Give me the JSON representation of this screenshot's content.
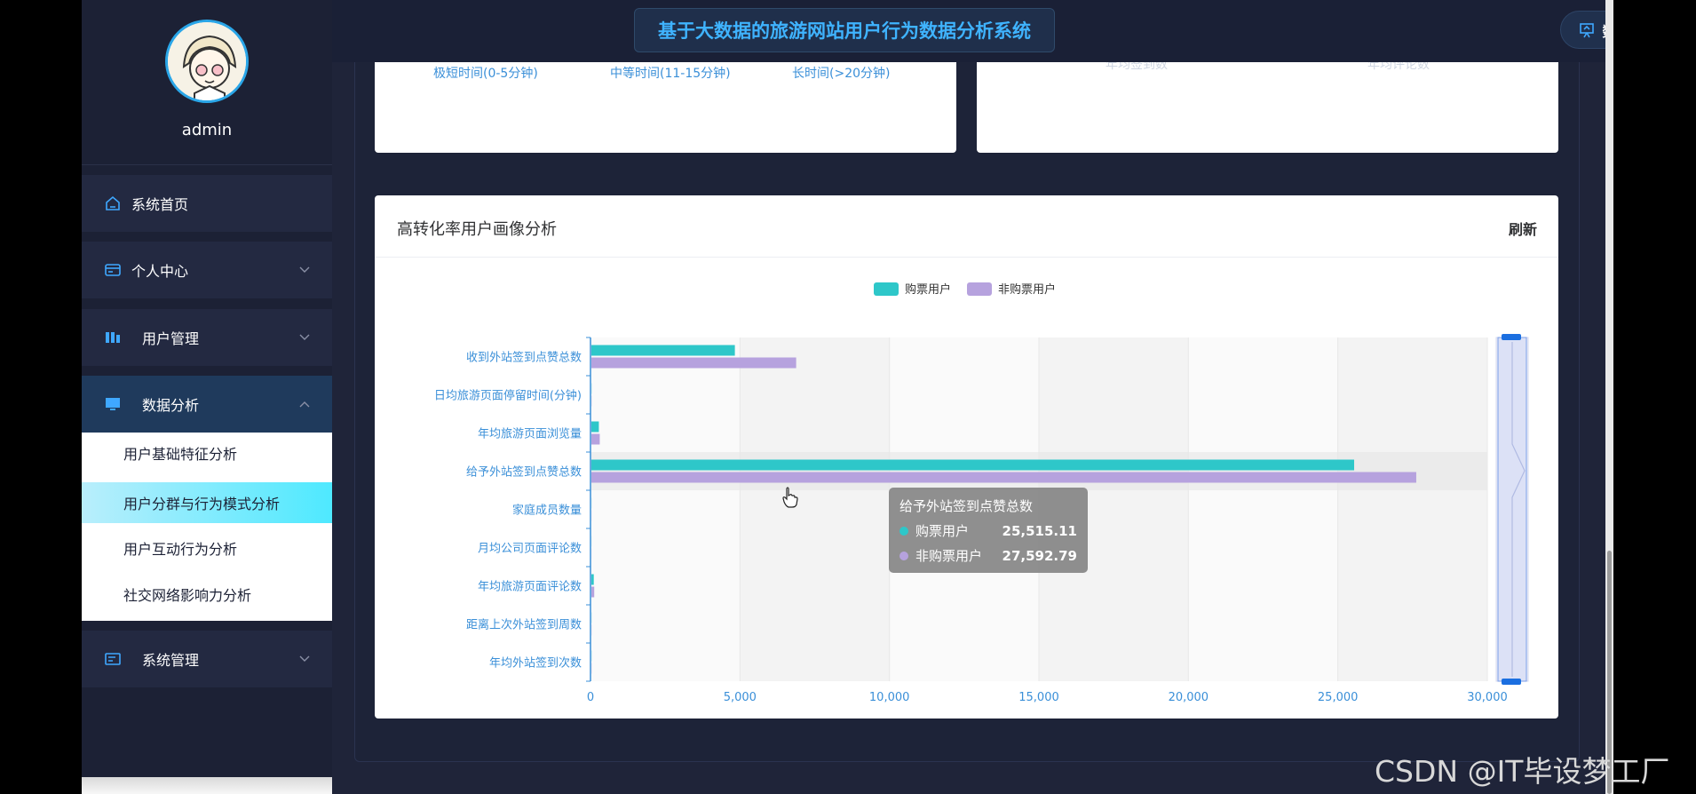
{
  "app": {
    "system_title": "基于大数据的旅游网站用户行为数据分析系统",
    "dashboard_button": "数据看板",
    "user_name": "admin"
  },
  "sidebar": {
    "user_name": "admin",
    "menu": [
      {
        "label": "系统首页",
        "icon": "home-icon"
      },
      {
        "label": "个人中心",
        "icon": "id-card-icon"
      },
      {
        "label": "用户管理",
        "icon": "users-icon"
      },
      {
        "label": "数据分析",
        "icon": "monitor-icon"
      },
      {
        "label": "系统管理",
        "icon": "settings-icon"
      }
    ],
    "submenu": [
      {
        "label": "用户基础特征分析"
      },
      {
        "label": "用户分群与行为模式分析"
      },
      {
        "label": "用户互动行为分析"
      },
      {
        "label": "社交网络影响力分析"
      }
    ]
  },
  "top_cards": {
    "left_labels": [
      "极短时间(0-5分钟)",
      "中等时间(11-15分钟)",
      "长时间(>20分钟)"
    ],
    "right_labels": [
      "年均签到数",
      "年均评论数"
    ]
  },
  "main_card": {
    "title": "高转化率用户画像分析",
    "refresh": "刷新"
  },
  "chart_data": {
    "type": "bar",
    "orientation": "horizontal",
    "categories": [
      "收到外站签到点赞总数",
      "日均旅游页面停留时间(分钟)",
      "年均旅游页面浏览量",
      "给予外站签到点赞总数",
      "家庭成员数量",
      "月均公司页面评论数",
      "年均旅游页面评论数",
      "距离上次外站签到周数",
      "年均外站签到次数"
    ],
    "series": [
      {
        "name": "购票用户",
        "color": "#2ec7c9",
        "values": [
          4800,
          5,
          250,
          25515.11,
          3,
          2,
          80,
          4,
          5
        ]
      },
      {
        "name": "非购票用户",
        "color": "#b6a2de",
        "values": [
          6850,
          6,
          280,
          27592.79,
          3,
          2,
          95,
          5,
          6
        ]
      }
    ],
    "x_ticks": [
      "0",
      "5,000",
      "10,000",
      "15,000",
      "20,000",
      "25,000",
      "30,000"
    ],
    "xlim": [
      0,
      30000
    ],
    "legend_position": "top-center",
    "highlighted_category": "给予外站签到点赞总数",
    "tooltip": {
      "title": "给予外站签到点赞总数",
      "rows": [
        {
          "name": "购票用户",
          "value": "25,515.11",
          "color": "#2ec7c9"
        },
        {
          "name": "非购票用户",
          "value": "27,592.79",
          "color": "#b6a2de"
        }
      ]
    }
  },
  "watermark": "CSDN @IT毕设梦工厂"
}
